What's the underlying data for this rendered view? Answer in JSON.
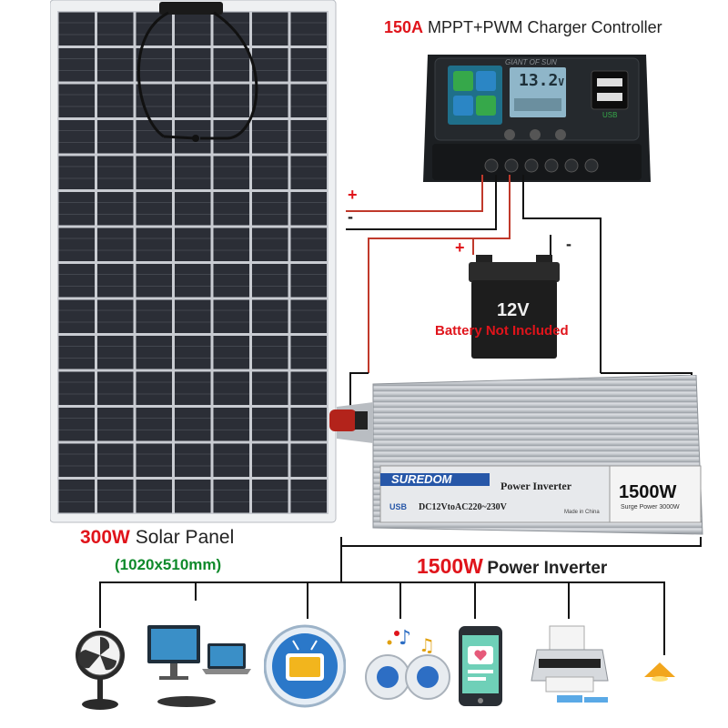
{
  "controller": {
    "title_power": "150A",
    "title_rest": "MPPT+PWM Charger Controller",
    "brand": "GIANT OF SUN",
    "display_value": "13.2",
    "display_unit": "V",
    "usb_label": "USB",
    "plus": "+",
    "minus": "-"
  },
  "battery": {
    "voltage": "12V",
    "note": "Battery Not Included",
    "plus": "+",
    "minus": "-"
  },
  "solar_panel": {
    "power": "300W",
    "name": "Solar Panel",
    "size": "(1020x510mm)"
  },
  "inverter": {
    "brand": "SUREDOM",
    "product": "Power Inverter",
    "rating_badge": "1500W",
    "surge": "Surge Power 3000W",
    "usb": "USB",
    "spec": "DC12VtoAC220~230V",
    "origin": "Made in China",
    "caption_power": "1500W",
    "caption_name": "Power Inverter"
  },
  "devices": [
    {
      "icon": "fan-icon"
    },
    {
      "icon": "computer-icon"
    },
    {
      "icon": "tv-icon"
    },
    {
      "icon": "speaker-icon"
    },
    {
      "icon": "phone-icon"
    },
    {
      "icon": "printer-icon"
    },
    {
      "icon": "lamp-icon"
    }
  ],
  "colors": {
    "accent_red": "#e0141b",
    "label_green": "#0f8a2b",
    "wire_red": "#c0392b",
    "controller_body": "#1c1f22",
    "lcd": "#8fb6c9"
  }
}
